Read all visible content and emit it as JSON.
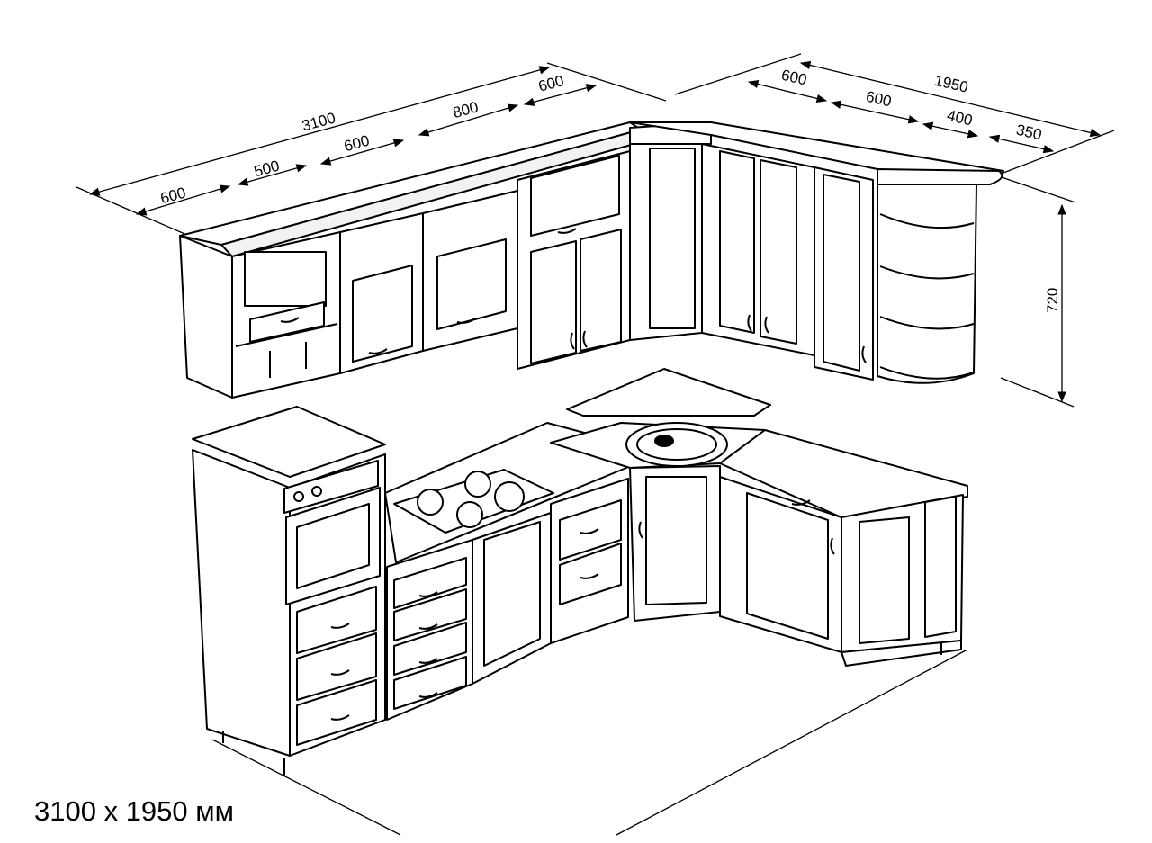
{
  "caption": "3100 x 1950 мм",
  "dimensions": {
    "left_total": "3100",
    "left_segments": [
      "600",
      "500",
      "600",
      "800",
      "600"
    ],
    "right_total": "1950",
    "right_segments": [
      "600",
      "600",
      "400",
      "350"
    ],
    "height": "720"
  },
  "colors": {
    "line": "#000000",
    "fill": "#ffffff",
    "shade": "#f2f2f2"
  }
}
